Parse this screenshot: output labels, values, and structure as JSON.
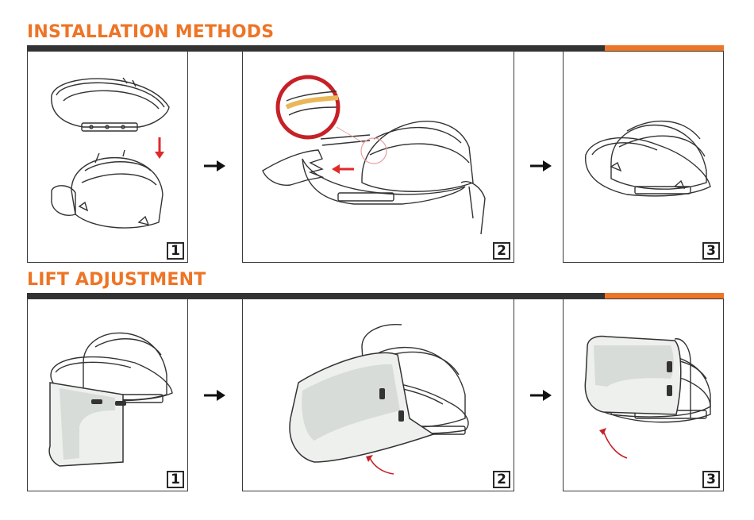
{
  "sections": [
    {
      "title": "INSTALLATION METHODS",
      "steps": [
        {
          "number": "1"
        },
        {
          "number": "2"
        },
        {
          "number": "3"
        }
      ]
    },
    {
      "title": "LIFT ADJUSTMENT",
      "steps": [
        {
          "number": "1"
        },
        {
          "number": "2"
        },
        {
          "number": "3"
        }
      ]
    }
  ],
  "colors": {
    "accent": "#ee7426",
    "bar": "#333333",
    "indicator_arrow": "#e02a2a",
    "highlight": "#e9b75a"
  },
  "icons": [
    "arrow-right-icon",
    "down-arrow-icon",
    "left-arrow-icon",
    "lift-arrow-icon",
    "magnifier-icon"
  ]
}
